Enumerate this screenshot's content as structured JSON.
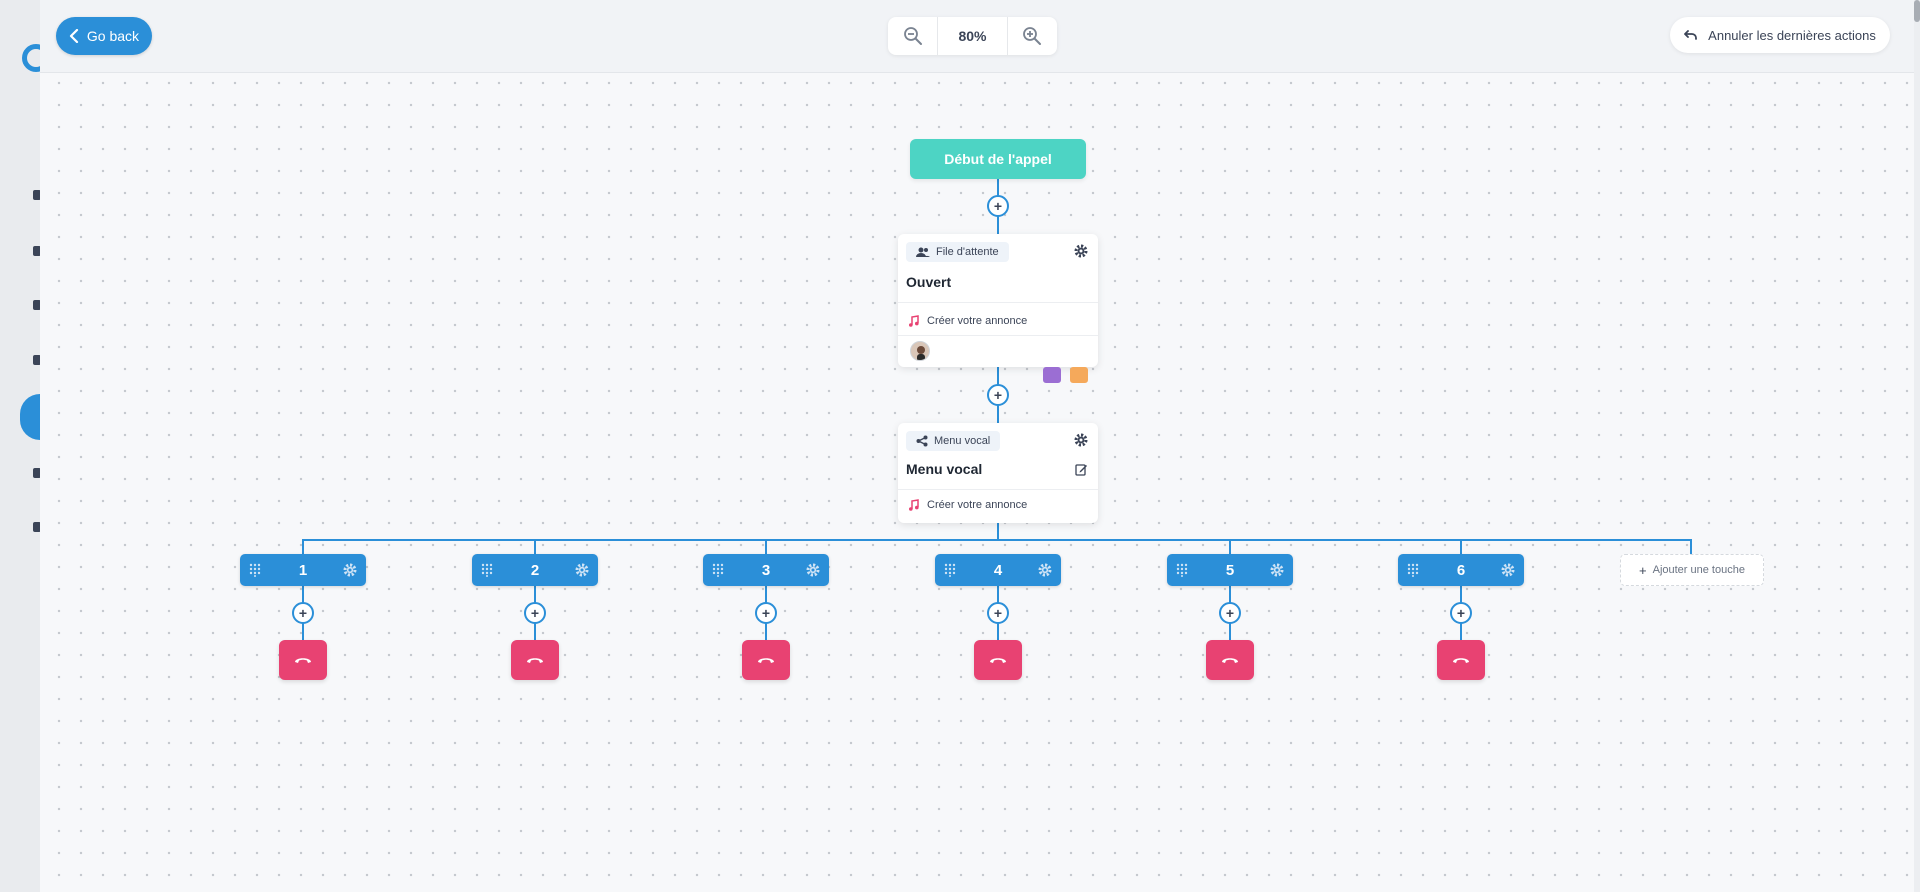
{
  "toolbar": {
    "go_back_label": "Go back",
    "zoom_level": "80%",
    "zoom_out_icon": "zoom-out-icon",
    "zoom_in_icon": "zoom-in-icon",
    "undo_label": "Annuler les dernières actions",
    "undo_icon": "undo-icon"
  },
  "flow": {
    "start_label": "Début de l'appel",
    "queue_card": {
      "tag": "File d'attente",
      "title": "Ouvert",
      "announcement": "Créer votre annonce"
    },
    "menu_card": {
      "tag": "Menu vocal",
      "title": "Menu vocal",
      "announcement": "Créer votre annonce"
    },
    "keys": [
      "1",
      "2",
      "3",
      "4",
      "5",
      "6"
    ],
    "add_key_label": "Ajouter une touche"
  },
  "colors": {
    "primary": "#2b8fd8",
    "start": "#4dd4c4",
    "hangup": "#e84272",
    "schedule_badge": "#9b6ed3",
    "holiday_badge": "#f5a95b"
  }
}
